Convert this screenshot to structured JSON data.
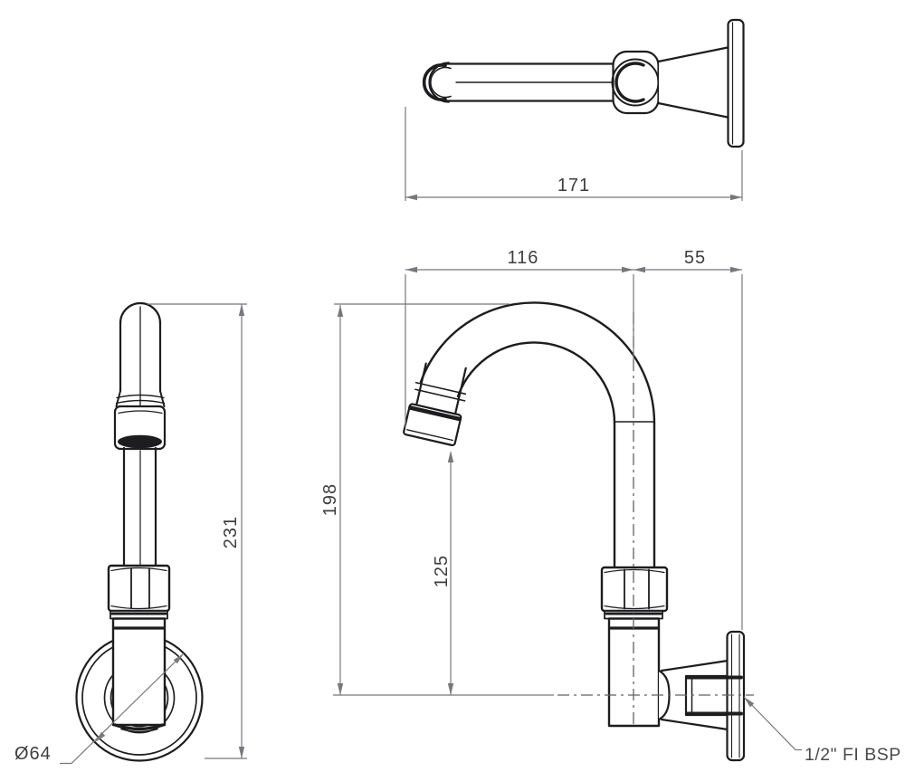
{
  "drawing": {
    "type": "technical-dimension-drawing",
    "background": "#ffffff",
    "line_color": "#1d1d1f",
    "dimension_color": "#77787b",
    "text_color": "#3d3e40",
    "dims": {
      "spout_projection": "171",
      "reach_to_outlet": "116",
      "wall_offset": "55",
      "overall_height": "231",
      "height_to_top": "198",
      "outlet_clearance": "125",
      "flange_diameter": "Ø64",
      "connection": "1/2\" FI BSP"
    }
  }
}
